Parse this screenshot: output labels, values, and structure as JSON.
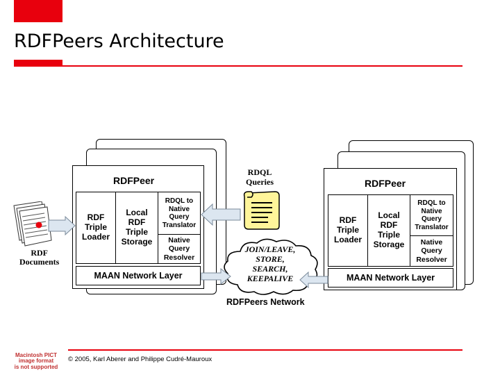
{
  "slide": {
    "title": "RDFPeers Architecture",
    "footer": "© 2005, Karl Aberer and Philippe Cudré-Mauroux",
    "pict_notice": "Macintosh PICT\nimage format\nis not supported",
    "accent_color": "#e8000d"
  },
  "diagram": {
    "left_peer": {
      "title": "RDFPeer",
      "loader": "RDF\nTriple\nLoader",
      "storage": "Local\nRDF\nTriple\nStorage",
      "translator": "RDQL to\nNative\nQuery\nTranslator",
      "resolver": "Native\nQuery\nResolver",
      "network_layer": "MAAN Network Layer"
    },
    "right_peer": {
      "title": "RDFPeer",
      "loader": "RDF\nTriple\nLoader",
      "storage": "Local\nRDF\nTriple\nStorage",
      "translator": "RDQL to\nNative\nQuery\nTranslator",
      "resolver": "Native\nQuery\nResolver",
      "network_layer": "MAAN Network Layer"
    },
    "rdql_queries": "RDQL\nQueries",
    "rdf_documents": "RDF\nDocuments",
    "cloud_text": "JOIN/LEAVE,\nSTORE,\nSEARCH,\nKEEPALIVE",
    "network_label": "RDFPeers Network"
  }
}
